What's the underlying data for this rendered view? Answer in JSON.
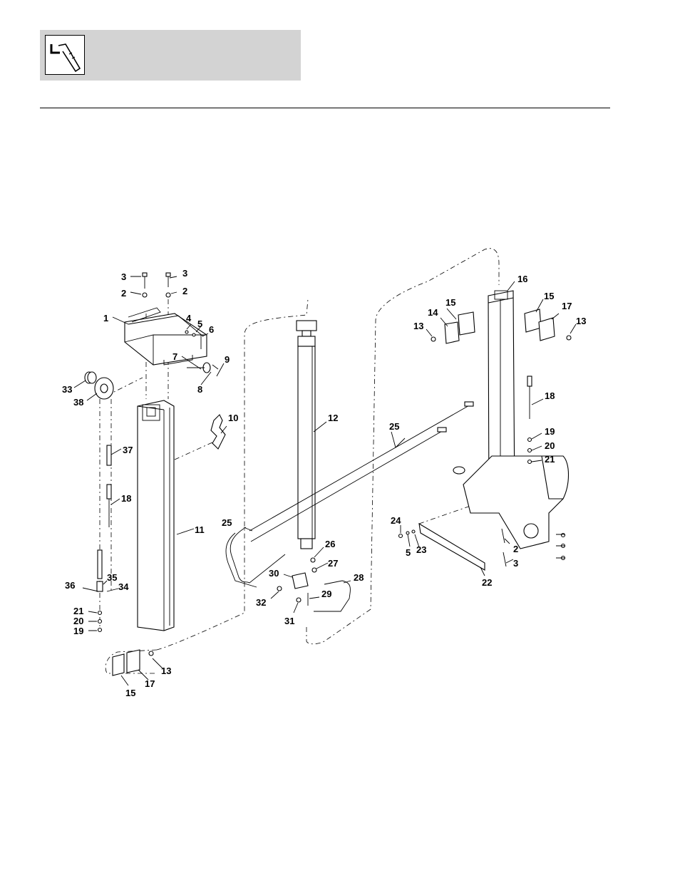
{
  "header": {
    "icon": "wrench-tool-icon"
  },
  "callouts": [
    "1",
    "2",
    "2",
    "2",
    "3",
    "3",
    "3",
    "4",
    "5",
    "5",
    "6",
    "7",
    "8",
    "9",
    "10",
    "11",
    "12",
    "13",
    "13",
    "13",
    "14",
    "15",
    "15",
    "15",
    "16",
    "17",
    "17",
    "18",
    "18",
    "19",
    "19",
    "20",
    "20",
    "21",
    "21",
    "22",
    "23",
    "24",
    "25",
    "25",
    "26",
    "27",
    "28",
    "29",
    "30",
    "31",
    "32",
    "33",
    "34",
    "35",
    "36",
    "37",
    "38"
  ]
}
